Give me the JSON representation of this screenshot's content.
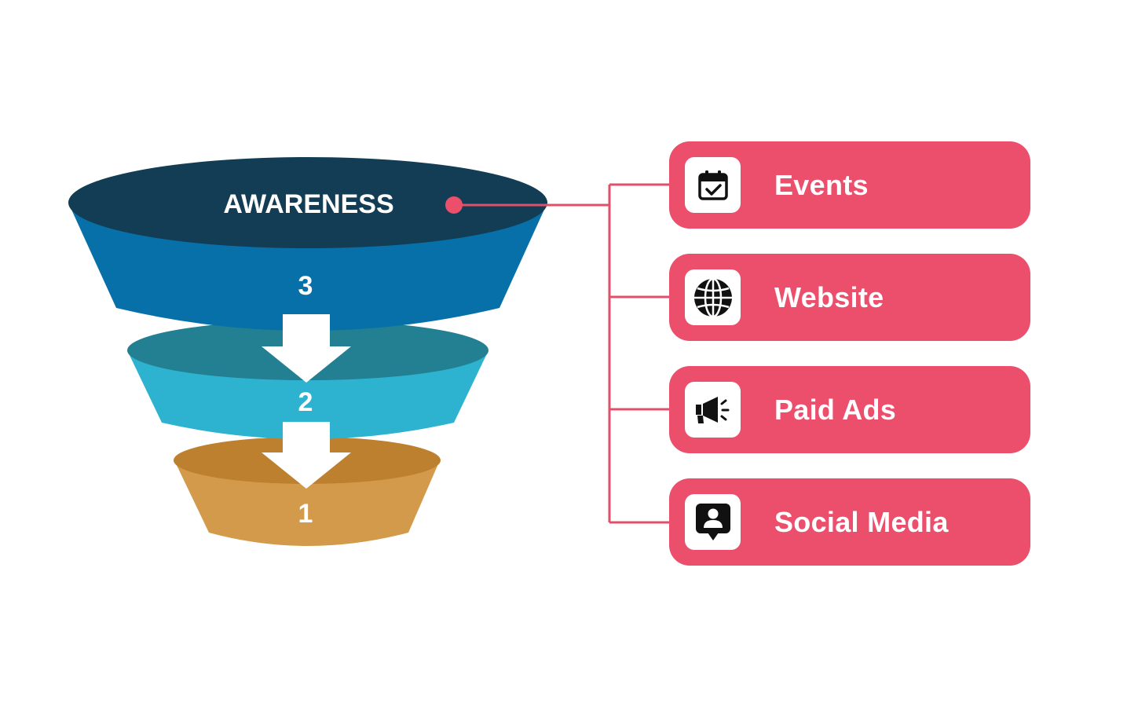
{
  "funnel": {
    "top_label": "AWARENESS",
    "stages": [
      {
        "number": "3",
        "color": "#0770a8",
        "top_color": "#123d55"
      },
      {
        "number": "2",
        "color": "#2db3cf",
        "top_color": "#237f92"
      },
      {
        "number": "1",
        "color": "#d39a4b",
        "top_color": "#bd802f"
      }
    ]
  },
  "channels": [
    {
      "label": "Events",
      "icon": "calendar-check-icon"
    },
    {
      "label": "Website",
      "icon": "globe-icon"
    },
    {
      "label": "Paid Ads",
      "icon": "megaphone-icon"
    },
    {
      "label": "Social Media",
      "icon": "user-chat-bubble-icon"
    }
  ],
  "colors": {
    "accent": "#eb4f6c",
    "connector": "#e0506b",
    "arrow": "#ffffff",
    "text": "#ffffff"
  }
}
